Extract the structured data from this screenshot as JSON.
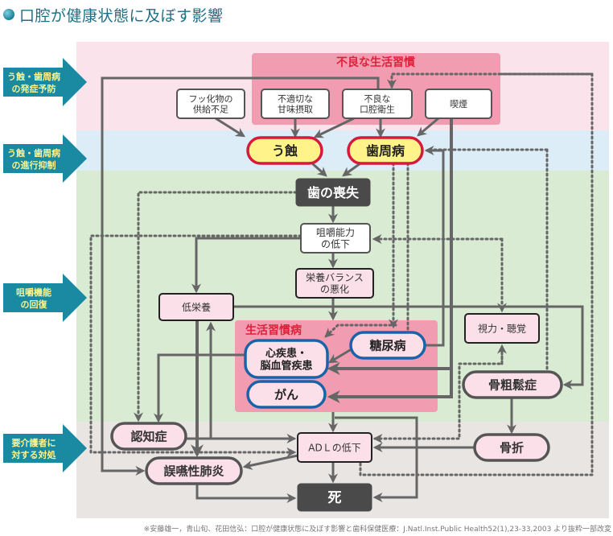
{
  "title": "口腔が健康状態に及ぼす影響",
  "colors": {
    "title": "#1d6f85",
    "band_prevention": "#fbe3ec",
    "band_progression": "#dcedf8",
    "band_function": "#d9ebd3",
    "band_care": "#e8e5e3",
    "group_bg": "#f19cb0",
    "group_title": "#e0203a",
    "arrow": "#666666",
    "side_arrow": "#1a8aa3",
    "side_text": "#fff48c",
    "caries_fill": "#fff38a",
    "caries_border": "#d41a3d",
    "disease_border": "#1a63a8",
    "disease_fill": "#fbe0ea",
    "dark_box": "#4a4a4a"
  },
  "side_labels": [
    {
      "lines": [
        "う蝕・歯周病",
        "の発症予防"
      ]
    },
    {
      "lines": [
        "う蝕・歯周病",
        "の進行抑制"
      ]
    },
    {
      "lines": [
        "咀嚼機能",
        "の回復"
      ]
    },
    {
      "lines": [
        "要介護者に",
        "対する対処"
      ]
    }
  ],
  "groups": {
    "bad_habits": "不良な生活習慣",
    "lifestyle_diseases": "生活習慣病"
  },
  "nodes": {
    "fluoride": [
      "フッ化物の",
      "供給不足"
    ],
    "sugar": [
      "不適切な",
      "甘味摂取"
    ],
    "hygiene": [
      "不良な",
      "口腔衛生"
    ],
    "smoking": [
      "喫煙"
    ],
    "caries": [
      "う蝕"
    ],
    "periodontal": [
      "歯周病"
    ],
    "tooth_loss": [
      "歯の喪失"
    ],
    "chewing": [
      "咀嚼能力",
      "の低下"
    ],
    "nutrition_balance": [
      "栄養バランス",
      "の悪化"
    ],
    "malnutrition": [
      "低栄養"
    ],
    "vision": [
      "視力・聴覚"
    ],
    "heart": [
      "心疾患・",
      "脳血管疾患"
    ],
    "diabetes": [
      "糖尿病"
    ],
    "cancer": [
      "がん"
    ],
    "osteoporosis": [
      "骨粗鬆症"
    ],
    "dementia": [
      "認知症"
    ],
    "adl": [
      "ADＬの低下"
    ],
    "fracture": [
      "骨折"
    ],
    "pneumonia": [
      "誤嚥性肺炎"
    ],
    "death": [
      "死"
    ]
  },
  "citation": "※安藤雄一，青山旬、花田信弘：口腔が健康状態に及ぼす影響と歯科保健医療：J.Natl.Inst.Public Health52(1),23-33,2003 より抜粋一部改変"
}
